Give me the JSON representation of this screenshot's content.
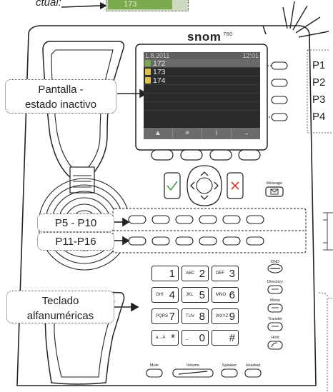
{
  "top_label": {
    "text": "ctual:",
    "value": "173"
  },
  "brand": {
    "name": "snom",
    "model": "760"
  },
  "screen": {
    "date": "1.8.2011",
    "time": "12:01",
    "entries": [
      "172",
      "173",
      "174"
    ]
  },
  "callouts": {
    "display": "Pantalla -\nestado inactivo",
    "keys_p5": "P5 - P10",
    "keys_p11": "P11-P16",
    "keypad": "Teclado\nalfanuméricas"
  },
  "line_keys": [
    "P1",
    "P2",
    "P3",
    "P4"
  ],
  "side_keys": {
    "message": "Message",
    "dnd": "DND",
    "directory": "Directory",
    "menu": "Menu",
    "transfer": "Transfer",
    "hold": "Hold"
  },
  "bottom_keys": {
    "mute": "Mute",
    "volume": "Volume",
    "speaker": "Speaker",
    "headset": "Headset"
  },
  "keypad": [
    {
      "digit": "1",
      "letters": ""
    },
    {
      "digit": "2",
      "letters": "ABC"
    },
    {
      "digit": "3",
      "letters": "DEF"
    },
    {
      "digit": "4",
      "letters": "GHI"
    },
    {
      "digit": "5",
      "letters": "JKL"
    },
    {
      "digit": "6",
      "letters": "MNO"
    },
    {
      "digit": "7",
      "letters": "PQRS"
    },
    {
      "digit": "8",
      "letters": "TUV"
    },
    {
      "digit": "9",
      "letters": "WXYZ"
    },
    {
      "digit": "*",
      "letters": "a→A"
    },
    {
      "digit": "0",
      "letters": "_ ."
    },
    {
      "digit": "#",
      "letters": ""
    }
  ],
  "colors": {
    "accept": "#3aa04a",
    "reject": "#d9352b",
    "entry_icon": "#e0c24a",
    "highlight_green": "#7aa84a"
  }
}
